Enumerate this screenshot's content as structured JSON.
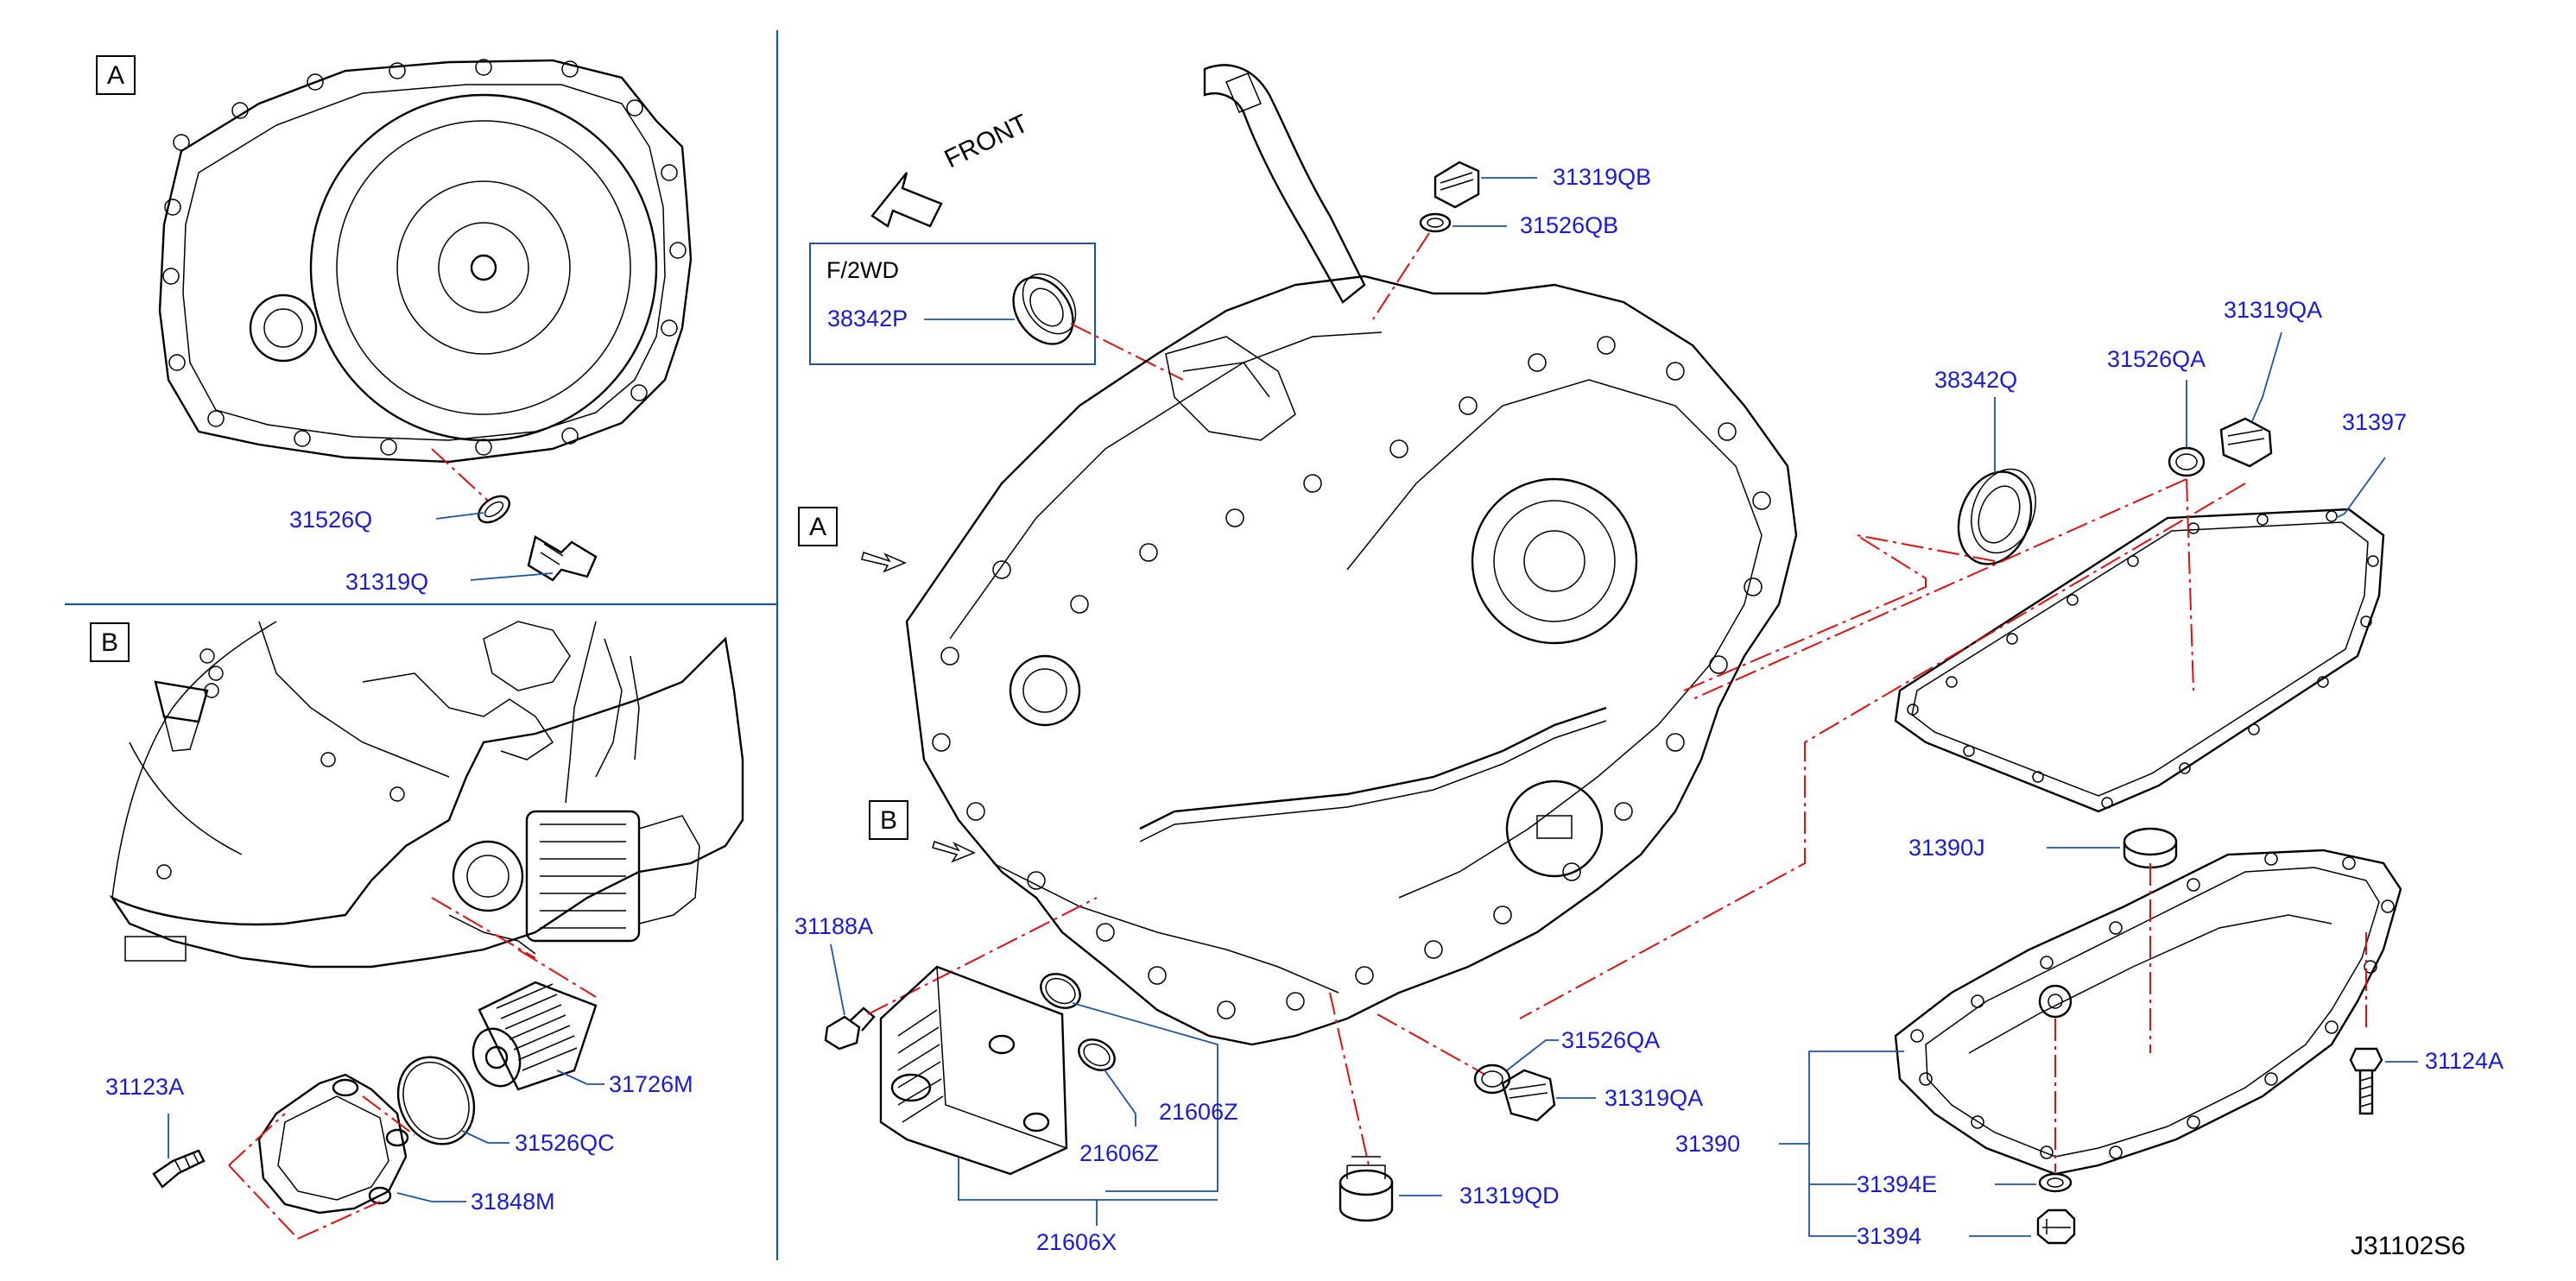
{
  "section_labels": {
    "a": "A",
    "b": "B",
    "callout_a": "A",
    "callout_b": "B"
  },
  "front_label": "FRONT",
  "variant_box": {
    "title": "F/2WD",
    "part": "38342P"
  },
  "parts": {
    "p31526Q": "31526Q",
    "p31319Q": "31319Q",
    "p31123A": "31123A",
    "p31726M": "31726M",
    "p31526QC": "31526QC",
    "p31848M": "31848M",
    "p31319QB": "31319QB",
    "p31526QB": "31526QB",
    "p38342Q": "38342Q",
    "p31526QA_top": "31526QA",
    "p31319QA_top": "31319QA",
    "p31397": "31397",
    "p31390J": "31390J",
    "p31188A": "31188A",
    "p21606Z_a": "21606Z",
    "p21606Z_b": "21606Z",
    "p21606X": "21606X",
    "p31526QA_bot": "31526QA",
    "p31319QA_bot": "31319QA",
    "p31319QD": "31319QD",
    "p31124A": "31124A",
    "p31390": "31390",
    "p31394E": "31394E",
    "p31394": "31394"
  },
  "diagram_code": "J31102S6",
  "colors": {
    "label": "#1a1adb",
    "leader": "#1a55a8",
    "phantom": "#e01010",
    "outline": "#000000"
  }
}
